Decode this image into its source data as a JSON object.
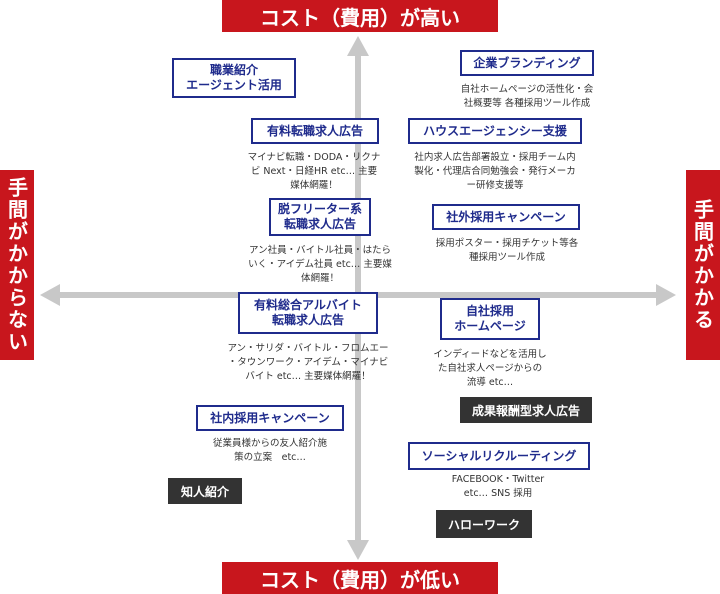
{
  "axes": {
    "top": "コスト（費用）が高い",
    "bottom": "コスト（費用）が低い",
    "left": "手間がかからない",
    "right": "手間がかかる"
  },
  "items": [
    {
      "title": "職業紹介\nエージェント活用",
      "desc": ""
    },
    {
      "title": "企業ブランディング",
      "desc": "自社ホームページの活性化・会\n社概要等 各種採用ツール作成"
    },
    {
      "title": "有料転職求人広告",
      "desc": "マイナビ転職・DODA・リクナ\nビ Next・日経HR etc… 主要\n媒体網羅！"
    },
    {
      "title": "ハウスエージェンシー支援",
      "desc": "社内求人広告部署設立・採用チーム内\n製化・代理店合同勉強会・発行メーカ\nー研修支援等"
    },
    {
      "title": "脱フリーター系\n転職求人広告",
      "desc": "アン社員・バイトル社員・はたら\nいく・アイデム社員 etc… 主要媒\n体網羅！"
    },
    {
      "title": "社外採用キャンペーン",
      "desc": "採用ポスター・採用チケット等各\n種採用ツール作成"
    },
    {
      "title": "有料総合アルバイト\n転職求人広告",
      "desc": "アン・サリダ・バイトル・フロムエー\n・タウンワーク・アイデム・マイナビ\nバイト etc… 主要媒体網羅！"
    },
    {
      "title": "自社採用\nホームページ",
      "desc": "インディードなどを活用し\nた自社求人ページからの\n流導 etc…"
    },
    {
      "title": "社内採用キャンペーン",
      "desc": "従業員様からの友人紹介施\n策の立案　etc…"
    },
    {
      "title": "ソーシャルリクルーティング",
      "desc": "FACEBOOK・Twitter\netc… SNS 採用"
    }
  ],
  "dark_labels": [
    "成果報酬型求人広告",
    "知人紹介",
    "ハローワーク"
  ]
}
